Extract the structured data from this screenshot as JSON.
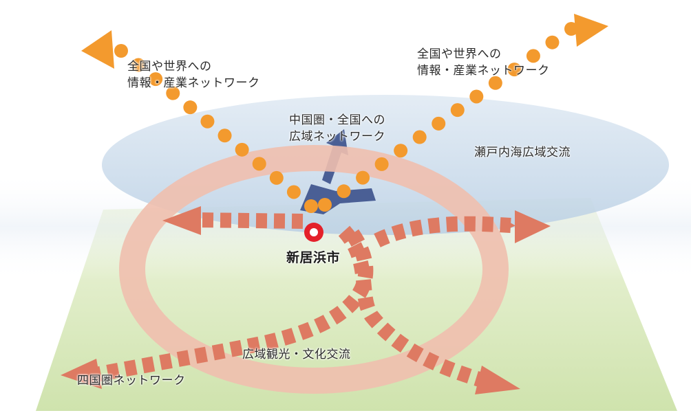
{
  "labels": {
    "intl_left_line1": "全国や世界への",
    "intl_left_line2": "情報・産業ネットワーク",
    "intl_right_line1": "全国や世界への",
    "intl_right_line2": "情報・産業ネットワーク",
    "chugoku_line1": "中国圏・全国への",
    "chugoku_line2": "広域ネットワーク",
    "setouchi": "瀬戸内海広域交流",
    "city": "新居浜市",
    "tourism": "広域観光・文化交流",
    "shikoku": "四国圏ネットワーク"
  },
  "colors": {
    "dots_orange": "#f39a2e",
    "dash_salmon": "#de7a62",
    "ring": "#efbfae",
    "ellipse_blue": "#bfd3e6",
    "ground_green": "#d8e8b9",
    "arrow_navy": "#4a5f95",
    "city_marker": "#e4202a"
  }
}
